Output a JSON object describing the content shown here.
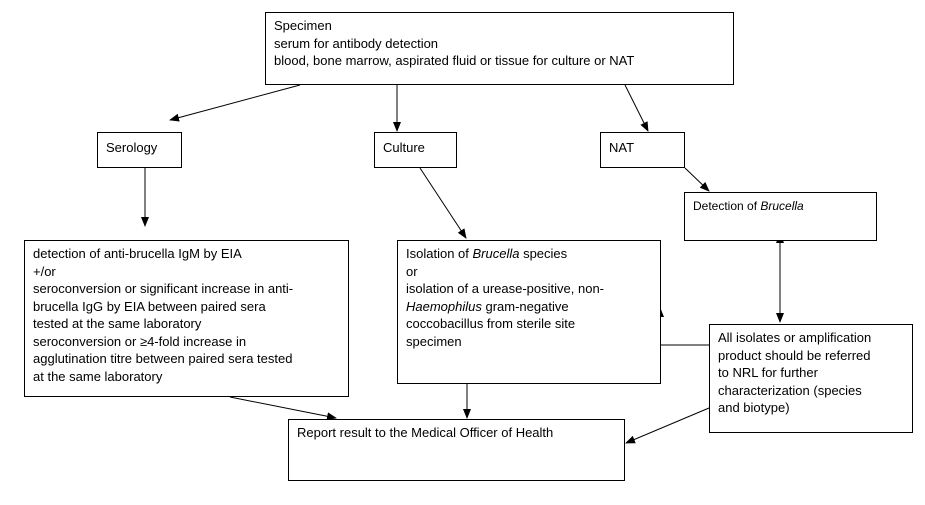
{
  "specimen": {
    "lines": [
      "Specimen",
      "serum for antibody detection",
      "blood, bone marrow, aspirated fluid or tissue for culture or NAT"
    ]
  },
  "serology": {
    "label": "Serology"
  },
  "culture": {
    "label": "Culture"
  },
  "nat": {
    "label": "NAT"
  },
  "detection": {
    "prefix": "Detection of ",
    "organism": "Brucella"
  },
  "serology_result": {
    "lines": [
      "detection of anti-brucella IgM by EIA",
      "+/or",
      "seroconversion or significant increase in anti-",
      "brucella IgG by EIA between paired sera",
      "tested at the same laboratory",
      "seroconversion or ≥4-fold increase in",
      "agglutination titre between paired sera tested",
      "at the same laboratory"
    ]
  },
  "isolation": {
    "line1_prefix": "Isolation of ",
    "line1_italic": "Brucella",
    "line1_suffix": " species",
    "line2": "or",
    "line3": "isolation of a urease-positive, non-",
    "line4_italic": "Haemophilus",
    "line4_suffix": " gram-negative",
    "line5": "coccobacillus from sterile site",
    "line6": "specimen"
  },
  "referral": {
    "lines": [
      "All isolates or amplification",
      "product should be referred",
      "to NRL for further",
      "characterization (species",
      "and biotype)"
    ]
  },
  "report": {
    "label": "Report result to the Medical Officer of Health"
  }
}
